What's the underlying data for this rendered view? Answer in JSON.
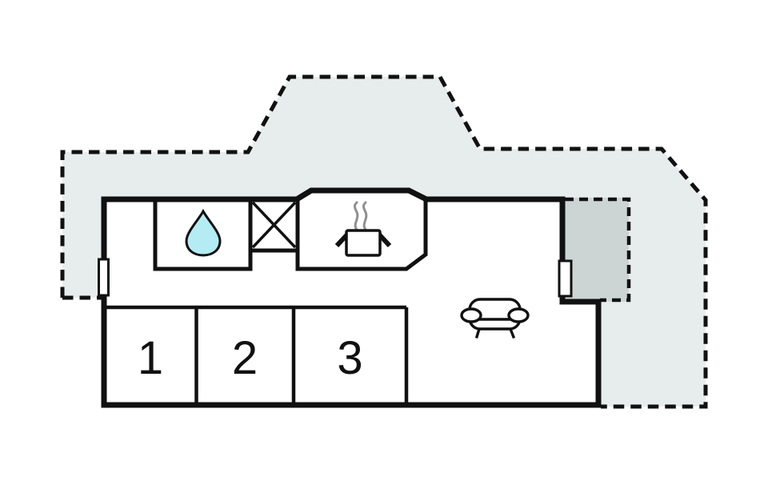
{
  "plan": {
    "type": "floor-plan",
    "rooms": [
      {
        "label": "1"
      },
      {
        "label": "2"
      },
      {
        "label": "3"
      }
    ],
    "icons": {
      "bathroom": "water-drop-icon",
      "wardrobe": "crossed-box-icon",
      "kitchen": "cooking-pot-icon",
      "kitchen_steam": "steam-icon",
      "living_room": "sofa-icon",
      "openings": "window-icon"
    },
    "colors": {
      "wall": "#111111",
      "plot_fill": "#e7edec",
      "terrace_fill": "#cdd4d4",
      "water_drop_fill": "#b5ebf2",
      "steam": "#909090",
      "background": "#ffffff"
    }
  }
}
